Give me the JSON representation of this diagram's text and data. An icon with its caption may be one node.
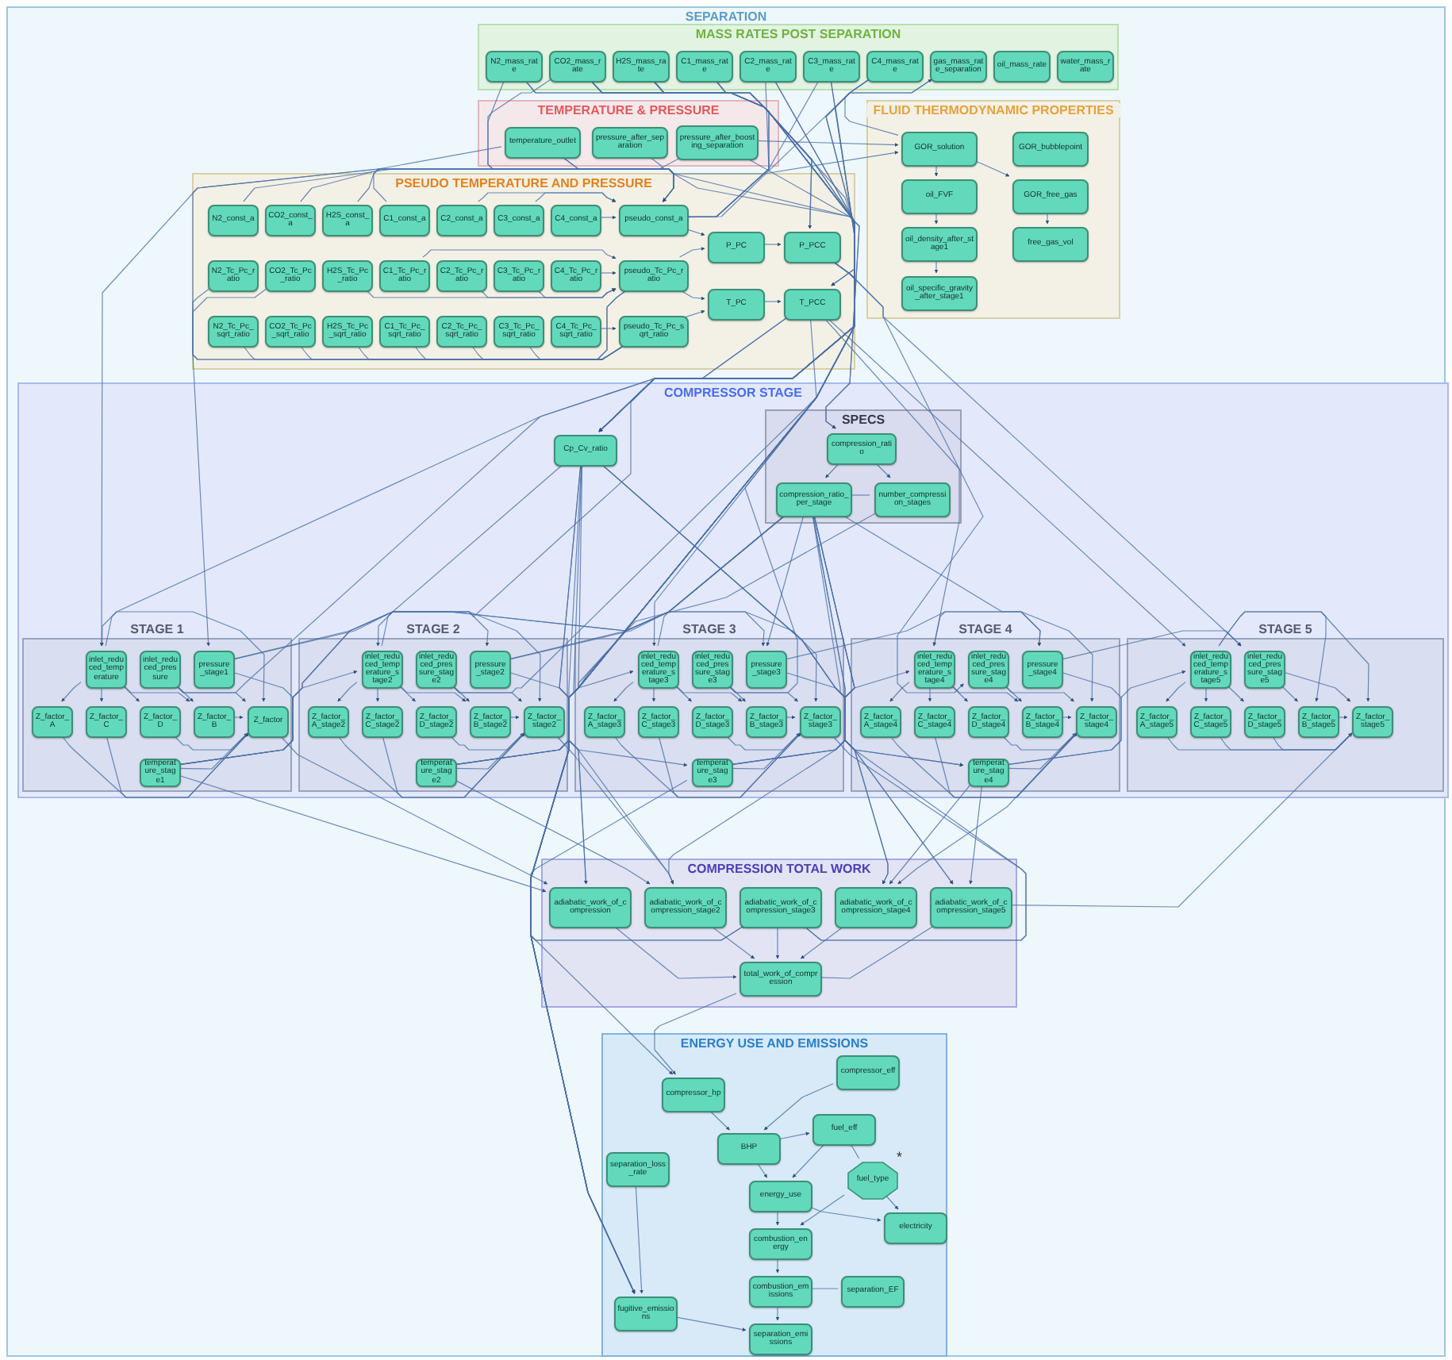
{
  "diagram": {
    "nodes": [
      {
        "text": [
          "SEPARATION"
        ]
      },
      {
        "text": [
          "MASS RATES POST SEPARATION"
        ],
        "in": 0
      },
      {
        "text": [
          "N2_mass_rate"
        ],
        "in": 1
      },
      {
        "text": [
          "CO2_mass_rate"
        ],
        "in": 1
      },
      {
        "text": [
          "H2S_mass_rate"
        ],
        "in": 1
      },
      {
        "text": [
          "C1_mass_rate"
        ],
        "in": 1
      },
      {
        "text": [
          "C2_mass_rate"
        ],
        "in": 1
      },
      {
        "text": [
          "C3_mass_rate"
        ],
        "in": 1
      },
      {
        "text": [
          "C4_mass_rate"
        ],
        "in": 1
      },
      {
        "text": [
          "gas_mass_rate_separation"
        ],
        "in": 1
      },
      {
        "text": [
          "oil_mass_rate"
        ],
        "in": 1
      },
      {
        "text": [
          "water_mass_rate"
        ],
        "in": 1
      },
      {
        "text": [
          "TEMPERATURE & PRESSURE"
        ],
        "in": 0
      },
      {
        "text": [
          "temperature_outlet"
        ],
        "in": 12
      },
      {
        "text": [
          "pressure_after_separation"
        ],
        "in": 12
      },
      {
        "text": [
          "pressure_after_boosting_separation"
        ],
        "in": 12
      },
      {
        "text": [
          "FLUID THERMODYNAMIC PROPERTIES"
        ],
        "in": 0
      },
      {
        "text": [
          "GOR_solution"
        ],
        "in": 16
      },
      {
        "text": [
          "GOR_bubblepoint"
        ],
        "in": 16
      },
      {
        "text": [
          "oil_FVF"
        ],
        "in": 16
      },
      {
        "text": [
          "GOR_free_gas"
        ],
        "in": 16
      },
      {
        "text": [
          "oil_density_after_stage1"
        ],
        "in": 16
      },
      {
        "text": [
          "free_gas_vol"
        ],
        "in": 16
      },
      {
        "text": [
          "oil_specific_gravity_after_stage1"
        ],
        "in": 16
      },
      {
        "text": [
          "PSEUDO TEMPERATURE AND PRESSURE"
        ],
        "in": 0
      },
      {
        "text": [
          "N2_const_a"
        ],
        "in": 24
      },
      {
        "text": [
          "CO2_const_a"
        ],
        "in": 24
      },
      {
        "text": [
          "H2S_const_a"
        ],
        "in": 24
      },
      {
        "text": [
          "C1_const_a"
        ],
        "in": 24
      },
      {
        "text": [
          "C2_const_a"
        ],
        "in": 24
      },
      {
        "text": [
          "C3_const_a"
        ],
        "in": 24
      },
      {
        "text": [
          "C4_const_a"
        ],
        "in": 24
      },
      {
        "text": [
          "pseudo_const_a"
        ],
        "in": 24
      },
      {
        "text": [
          "N2_Tc_Pc_ratio"
        ],
        "in": 24
      },
      {
        "text": [
          "CO2_Tc_Pc_ratio"
        ],
        "in": 24
      },
      {
        "text": [
          "H2S_Tc_Pc_ratio"
        ],
        "in": 24
      },
      {
        "text": [
          "C1_Tc_Pc_ratio"
        ],
        "in": 24
      },
      {
        "text": [
          "C2_Tc_Pc_ratio"
        ],
        "in": 24
      },
      {
        "text": [
          "C3_Tc_Pc_ratio"
        ],
        "in": 24
      },
      {
        "text": [
          "C4_Tc_Pc_ratio"
        ],
        "in": 24
      },
      {
        "text": [
          "pseudo_Tc_Pc_ratio"
        ],
        "in": 24
      },
      {
        "text": [
          "N2_Tc_Pc_sqrt_ratio"
        ],
        "in": 24
      },
      {
        "text": [
          "CO2_Tc_Pc_sqrt_ratio"
        ],
        "in": 24
      },
      {
        "text": [
          "H2S_Tc_Pc_sqrt_ratio"
        ],
        "in": 24
      },
      {
        "text": [
          "C1_Tc_Pc_sqrt_ratio"
        ],
        "in": 24
      },
      {
        "text": [
          "C2_Tc_Pc_sqrt_ratio"
        ],
        "in": 24
      },
      {
        "text": [
          "C3_Tc_Pc_sqrt_ratio"
        ],
        "in": 24
      },
      {
        "text": [
          "C4_Tc_Pc_sqrt_ratio"
        ],
        "in": 24
      },
      {
        "text": [
          "pseudo_Tc_Pc_sqrt_ratio"
        ],
        "in": 24
      },
      {
        "text": [
          "P_PC"
        ],
        "in": 24
      },
      {
        "text": [
          "P_PCC"
        ],
        "in": 24
      },
      {
        "text": [
          "T_PC"
        ],
        "in": 24
      },
      {
        "text": [
          "T_PCC"
        ],
        "in": 24
      },
      {
        "text": [
          "COMPRESSOR STAGE"
        ],
        "in": 0
      },
      {
        "text": [
          "Cp_Cv_ratio"
        ],
        "in": 53
      },
      {
        "text": [
          "SPECS"
        ],
        "in": 53
      },
      {
        "text": [
          "compression_ratio"
        ],
        "in": 55
      },
      {
        "text": [
          "compression_ratio_per_stage"
        ],
        "in": 55
      },
      {
        "text": [
          "number_compression_stages"
        ],
        "in": 55
      },
      {
        "text": [
          "STAGE 1"
        ],
        "in": 53
      },
      {
        "text": [
          "inlet_reduced_temperature"
        ],
        "in": 59
      },
      {
        "text": [
          "inlet_reduced_pressure"
        ],
        "in": 59
      },
      {
        "text": [
          "pressure_stage1"
        ],
        "in": 59
      },
      {
        "text": [
          "Z_factor_A"
        ],
        "in": 59
      },
      {
        "text": [
          "Z_factor_C"
        ],
        "in": 59
      },
      {
        "text": [
          "Z_factor_D"
        ],
        "in": 59
      },
      {
        "text": [
          "Z_factor_B"
        ],
        "in": 59
      },
      {
        "text": [
          "Z_factor"
        ],
        "in": 59
      },
      {
        "text": [
          "temperature_stage1"
        ],
        "in": 59
      },
      {
        "text": [
          "STAGE 2"
        ],
        "in": 53
      },
      {
        "text": [
          "inlet_reduced_temperature_stage2"
        ],
        "in": 69
      },
      {
        "text": [
          "inlet_reduced_pressure_stage2"
        ],
        "in": 69
      },
      {
        "text": [
          "pressure_stage2"
        ],
        "in": 69
      },
      {
        "text": [
          "Z_factor_A_stage2"
        ],
        "in": 69
      },
      {
        "text": [
          "Z_factor_C_stage2"
        ],
        "in": 69
      },
      {
        "text": [
          "Z_factor_D_stage2"
        ],
        "in": 69
      },
      {
        "text": [
          "Z_factor_B_stage2"
        ],
        "in": 69
      },
      {
        "text": [
          "Z_factor_stage2"
        ],
        "in": 69
      },
      {
        "text": [
          "temperature_stage2"
        ],
        "in": 69
      },
      {
        "text": [
          "STAGE 3"
        ],
        "in": 53
      },
      {
        "text": [
          "inlet_reduced_temperature_stage3"
        ],
        "in": 79
      },
      {
        "text": [
          "inlet_reduced_pressure_stage3"
        ],
        "in": 79
      },
      {
        "text": [
          "pressure_stage3"
        ],
        "in": 79
      },
      {
        "text": [
          "Z_factor_A_stage3"
        ],
        "in": 79
      },
      {
        "text": [
          "Z_factor_C_stage3"
        ],
        "in": 79
      },
      {
        "text": [
          "Z_factor_D_stage3"
        ],
        "in": 79
      },
      {
        "text": [
          "Z_factor_B_stage3"
        ],
        "in": 79
      },
      {
        "text": [
          "Z_factor_stage3"
        ],
        "in": 79
      },
      {
        "text": [
          "temperature_stage3"
        ],
        "in": 79
      },
      {
        "text": [
          "STAGE 4"
        ],
        "in": 53
      },
      {
        "text": [
          "inlet_reduced_temperature_stage4"
        ],
        "in": 89
      },
      {
        "text": [
          "inlet_reduced_pressure_stage4"
        ],
        "in": 89
      },
      {
        "text": [
          "pressure_stage4"
        ],
        "in": 89
      },
      {
        "text": [
          "Z_factor_A_stage4"
        ],
        "in": 89
      },
      {
        "text": [
          "Z_factor_C_stage4"
        ],
        "in": 89
      },
      {
        "text": [
          "Z_factor_D_stage4"
        ],
        "in": 89
      },
      {
        "text": [
          "Z_factor_B_stage4"
        ],
        "in": 89
      },
      {
        "text": [
          "Z_factor_stage4"
        ],
        "in": 89
      },
      {
        "text": [
          "temperature_stage4"
        ],
        "in": 89
      },
      {
        "text": [
          "STAGE 5"
        ],
        "in": 53
      },
      {
        "text": [
          "inlet_reduced_temperature_stage5"
        ],
        "in": 99
      },
      {
        "text": [
          "inlet_reduced_pressure_stage5"
        ],
        "in": 99
      },
      {
        "text": [
          "Z_factor_A_stage5"
        ],
        "in": 99
      },
      {
        "text": [
          "Z_factor_C_stage5"
        ],
        "in": 99
      },
      {
        "text": [
          "Z_factor_D_stage5"
        ],
        "in": 99
      },
      {
        "text": [
          "Z_factor_B_stage5"
        ],
        "in": 99
      },
      {
        "text": [
          "Z_factor_stage5"
        ],
        "in": 99
      },
      {
        "text": [
          "COMPRESSION TOTAL WORK"
        ],
        "in": 0
      },
      {
        "text": [
          "adiabatic_work_of_compression"
        ],
        "in": 107
      },
      {
        "text": [
          "adiabatic_work_of_compression_stage2"
        ],
        "in": 107
      },
      {
        "text": [
          "adiabatic_work_of_compression_stage3"
        ],
        "in": 107
      },
      {
        "text": [
          "adiabatic_work_of_compression_stage4"
        ],
        "in": 107
      },
      {
        "text": [
          "adiabatic_work_of_compression_stage5"
        ],
        "in": 107
      },
      {
        "text": [
          "total_work_of_compression"
        ],
        "in": 107
      },
      {
        "text": [
          "ENERGY USE AND EMISSIONS"
        ],
        "in": 0
      },
      {
        "text": [
          "compressor_eff"
        ],
        "in": 114
      },
      {
        "text": [
          "compressor_hp"
        ],
        "in": 114
      },
      {
        "text": [
          "separation_loss_rate"
        ],
        "in": 114
      },
      {
        "text": [
          "fuel_eff"
        ],
        "in": 114
      },
      {
        "text": [
          "BHP"
        ],
        "in": 114
      },
      {
        "text": [
          "fuel_type"
        ],
        "in": 114,
        "beside": [
          "*"
        ]
      },
      {
        "text": [
          "energy_use"
        ],
        "in": 114
      },
      {
        "text": [
          "electricity"
        ],
        "in": 114
      },
      {
        "text": [
          "combustion_energy"
        ],
        "in": 114
      },
      {
        "text": [
          "combustion_emissions"
        ],
        "in": 114
      },
      {
        "text": [
          "separation_EF"
        ],
        "in": 114
      },
      {
        "text": [
          "fugitive_emissions"
        ],
        "in": 114
      },
      {
        "text": [
          "separation_emissions"
        ],
        "in": 114
      }
    ],
    "edges": [
      {
        "from": 2,
        "to": 32,
        "arrow": "to"
      },
      {
        "from": 3,
        "to": 32,
        "arrow": "to"
      },
      {
        "from": 4,
        "to": 32,
        "arrow": "to"
      },
      {
        "from": 5,
        "to": 32,
        "arrow": "to"
      },
      {
        "from": 6,
        "to": 32,
        "arrow": "to"
      },
      {
        "from": 7,
        "to": 32,
        "arrow": "to"
      },
      {
        "from": 8,
        "to": 32,
        "arrow": "to"
      },
      {
        "from": 2,
        "to": 54,
        "arrow": "to"
      },
      {
        "from": 3,
        "to": 54,
        "arrow": "to"
      },
      {
        "from": 4,
        "to": 54,
        "arrow": "to"
      },
      {
        "from": 5,
        "to": 54,
        "arrow": "to"
      },
      {
        "from": 6,
        "to": 54,
        "arrow": "to"
      },
      {
        "from": 7,
        "to": 54,
        "arrow": "to"
      },
      {
        "from": 8,
        "to": 54,
        "arrow": "to"
      },
      {
        "from": 2,
        "to": 126,
        "arrow": "to"
      },
      {
        "from": 3,
        "to": 126,
        "arrow": "to"
      },
      {
        "from": 4,
        "to": 126,
        "arrow": "to"
      },
      {
        "from": 5,
        "to": 126,
        "arrow": "to"
      },
      {
        "from": 6,
        "to": 126,
        "arrow": "to"
      },
      {
        "from": 7,
        "to": 126,
        "arrow": "to"
      },
      {
        "from": 8,
        "to": 126,
        "arrow": "to"
      },
      {
        "from": 9,
        "to": 126,
        "arrow": "to"
      },
      {
        "from": 25,
        "to": 32,
        "arrow": "to"
      },
      {
        "from": 26,
        "to": 32,
        "arrow": "to"
      },
      {
        "from": 27,
        "to": 32,
        "arrow": "to"
      },
      {
        "from": 28,
        "to": 32,
        "arrow": "to"
      },
      {
        "from": 29,
        "to": 32,
        "arrow": "to"
      },
      {
        "from": 30,
        "to": 32,
        "arrow": "to"
      },
      {
        "from": 31,
        "to": 32,
        "arrow": "to"
      },
      {
        "from": 33,
        "to": 40,
        "arrow": "to"
      },
      {
        "from": 34,
        "to": 40,
        "arrow": "to"
      },
      {
        "from": 35,
        "to": 40,
        "arrow": "to"
      },
      {
        "from": 36,
        "to": 40,
        "arrow": "to"
      },
      {
        "from": 37,
        "to": 40,
        "arrow": "to"
      },
      {
        "from": 38,
        "to": 40,
        "arrow": "to"
      },
      {
        "from": 39,
        "to": 40,
        "arrow": "to"
      },
      {
        "from": 41,
        "to": 48,
        "arrow": "to"
      },
      {
        "from": 42,
        "to": 48,
        "arrow": "to"
      },
      {
        "from": 43,
        "to": 48,
        "arrow": "to"
      },
      {
        "from": 44,
        "to": 48,
        "arrow": "to"
      },
      {
        "from": 45,
        "to": 48,
        "arrow": "to"
      },
      {
        "from": 46,
        "to": 48,
        "arrow": "to"
      },
      {
        "from": 47,
        "to": 48,
        "arrow": "to"
      },
      {
        "from": 32,
        "to": 49,
        "arrow": "to"
      },
      {
        "from": 40,
        "to": 49,
        "arrow": "to"
      },
      {
        "from": 40,
        "to": 51,
        "arrow": "to"
      },
      {
        "from": 48,
        "to": 51,
        "arrow": "to"
      },
      {
        "from": 49,
        "to": 50,
        "arrow": "to"
      },
      {
        "from": 51,
        "to": 52,
        "arrow": "to"
      },
      {
        "from": 3,
        "to": 50,
        "arrow": "to"
      },
      {
        "from": 4,
        "to": 50,
        "arrow": "to"
      },
      {
        "from": 3,
        "to": 52,
        "arrow": "to"
      },
      {
        "from": 4,
        "to": 52,
        "arrow": "to"
      },
      {
        "from": 13,
        "to": 54,
        "arrow": "to"
      },
      {
        "from": 13,
        "to": 60,
        "arrow": "to"
      },
      {
        "from": 13,
        "to": 17,
        "arrow": "to"
      },
      {
        "from": 14,
        "to": 56,
        "arrow": "to"
      },
      {
        "from": 15,
        "to": 56,
        "arrow": "to"
      },
      {
        "from": 15,
        "to": 17,
        "arrow": "to"
      },
      {
        "from": 15,
        "to": 62,
        "arrow": "to"
      },
      {
        "from": 17,
        "to": 19,
        "arrow": "to"
      },
      {
        "from": 17,
        "to": 20,
        "arrow": "to"
      },
      {
        "from": 19,
        "to": 21,
        "arrow": "to"
      },
      {
        "from": 21,
        "to": 23,
        "arrow": "to"
      },
      {
        "from": 20,
        "to": 22,
        "arrow": "to"
      },
      {
        "from": 17,
        "to": 9,
        "arrow": "to"
      },
      {
        "from": 56,
        "to": 57,
        "arrow": "to"
      },
      {
        "from": 58,
        "to": 57,
        "arrow": "to"
      },
      {
        "from": 56,
        "to": 58,
        "arrow": "to"
      },
      {
        "from": 60,
        "to": 63,
        "arrow": "to"
      },
      {
        "from": 60,
        "to": 64,
        "arrow": "to"
      },
      {
        "from": 60,
        "to": 65,
        "arrow": "to"
      },
      {
        "from": 60,
        "to": 66,
        "arrow": "to"
      },
      {
        "from": 60,
        "to": 67,
        "arrow": "to"
      },
      {
        "from": 61,
        "to": 66,
        "arrow": "to"
      },
      {
        "from": 61,
        "to": 67,
        "arrow": "to"
      },
      {
        "from": 63,
        "to": 67,
        "arrow": "to"
      },
      {
        "from": 64,
        "to": 67,
        "arrow": "to"
      },
      {
        "from": 65,
        "to": 67,
        "arrow": "to"
      },
      {
        "from": 66,
        "to": 67,
        "arrow": "to"
      },
      {
        "from": 67,
        "to": 68,
        "arrow": "to"
      },
      {
        "from": 62,
        "to": 68,
        "arrow": "to"
      },
      {
        "from": 52,
        "to": 60,
        "arrow": "to"
      },
      {
        "from": 50,
        "to": 61,
        "arrow": "to"
      },
      {
        "from": 57,
        "to": 62,
        "arrow": "to"
      },
      {
        "from": 54,
        "to": 68,
        "arrow": "to"
      },
      {
        "from": 57,
        "to": 68,
        "arrow": "to"
      },
      {
        "from": 67,
        "to": 108,
        "arrow": "to"
      },
      {
        "from": 68,
        "to": 108,
        "arrow": "to"
      },
      {
        "from": 54,
        "to": 108,
        "arrow": "to"
      },
      {
        "from": 57,
        "to": 108,
        "arrow": "to"
      },
      {
        "from": 70,
        "to": 73,
        "arrow": "to"
      },
      {
        "from": 70,
        "to": 74,
        "arrow": "to"
      },
      {
        "from": 70,
        "to": 75,
        "arrow": "to"
      },
      {
        "from": 70,
        "to": 76,
        "arrow": "to"
      },
      {
        "from": 70,
        "to": 77,
        "arrow": "to"
      },
      {
        "from": 71,
        "to": 76,
        "arrow": "to"
      },
      {
        "from": 71,
        "to": 77,
        "arrow": "to"
      },
      {
        "from": 73,
        "to": 77,
        "arrow": "to"
      },
      {
        "from": 74,
        "to": 77,
        "arrow": "to"
      },
      {
        "from": 75,
        "to": 77,
        "arrow": "to"
      },
      {
        "from": 76,
        "to": 77,
        "arrow": "to"
      },
      {
        "from": 77,
        "to": 78,
        "arrow": "to"
      },
      {
        "from": 72,
        "to": 78,
        "arrow": "to"
      },
      {
        "from": 52,
        "to": 70,
        "arrow": "to"
      },
      {
        "from": 50,
        "to": 71,
        "arrow": "to"
      },
      {
        "from": 57,
        "to": 72,
        "arrow": "to"
      },
      {
        "from": 54,
        "to": 78,
        "arrow": "to"
      },
      {
        "from": 57,
        "to": 78,
        "arrow": "to"
      },
      {
        "from": 68,
        "to": 70,
        "arrow": "to"
      },
      {
        "from": 62,
        "to": 72,
        "arrow": "to"
      },
      {
        "from": 77,
        "to": 109,
        "arrow": "to"
      },
      {
        "from": 78,
        "to": 109,
        "arrow": "to"
      },
      {
        "from": 54,
        "to": 109,
        "arrow": "to"
      },
      {
        "from": 57,
        "to": 109,
        "arrow": "to"
      },
      {
        "from": 80,
        "to": 83,
        "arrow": "to"
      },
      {
        "from": 80,
        "to": 84,
        "arrow": "to"
      },
      {
        "from": 80,
        "to": 85,
        "arrow": "to"
      },
      {
        "from": 80,
        "to": 86,
        "arrow": "to"
      },
      {
        "from": 80,
        "to": 87,
        "arrow": "to"
      },
      {
        "from": 81,
        "to": 86,
        "arrow": "to"
      },
      {
        "from": 81,
        "to": 87,
        "arrow": "to"
      },
      {
        "from": 83,
        "to": 87,
        "arrow": "to"
      },
      {
        "from": 84,
        "to": 87,
        "arrow": "to"
      },
      {
        "from": 85,
        "to": 87,
        "arrow": "to"
      },
      {
        "from": 86,
        "to": 87,
        "arrow": "to"
      },
      {
        "from": 87,
        "to": 88,
        "arrow": "to"
      },
      {
        "from": 82,
        "to": 88,
        "arrow": "to"
      },
      {
        "from": 52,
        "to": 80,
        "arrow": "to"
      },
      {
        "from": 50,
        "to": 81,
        "arrow": "to"
      },
      {
        "from": 57,
        "to": 82,
        "arrow": "to"
      },
      {
        "from": 54,
        "to": 88,
        "arrow": "to"
      },
      {
        "from": 57,
        "to": 88,
        "arrow": "to"
      },
      {
        "from": 78,
        "to": 80,
        "arrow": "to"
      },
      {
        "from": 72,
        "to": 82,
        "arrow": "to"
      },
      {
        "from": 87,
        "to": 110,
        "arrow": "to"
      },
      {
        "from": 88,
        "to": 110,
        "arrow": "to"
      },
      {
        "from": 54,
        "to": 110,
        "arrow": "to"
      },
      {
        "from": 57,
        "to": 110,
        "arrow": "to"
      },
      {
        "from": 90,
        "to": 93,
        "arrow": "to"
      },
      {
        "from": 90,
        "to": 94,
        "arrow": "to"
      },
      {
        "from": 90,
        "to": 95,
        "arrow": "to"
      },
      {
        "from": 90,
        "to": 96,
        "arrow": "to"
      },
      {
        "from": 90,
        "to": 97,
        "arrow": "to"
      },
      {
        "from": 91,
        "to": 96,
        "arrow": "to"
      },
      {
        "from": 91,
        "to": 97,
        "arrow": "to"
      },
      {
        "from": 93,
        "to": 97,
        "arrow": "to"
      },
      {
        "from": 94,
        "to": 97,
        "arrow": "to"
      },
      {
        "from": 95,
        "to": 97,
        "arrow": "to"
      },
      {
        "from": 96,
        "to": 97,
        "arrow": "to"
      },
      {
        "from": 97,
        "to": 98,
        "arrow": "to"
      },
      {
        "from": 92,
        "to": 98,
        "arrow": "to"
      },
      {
        "from": 52,
        "to": 90,
        "arrow": "to"
      },
      {
        "from": 50,
        "to": 91,
        "arrow": "to"
      },
      {
        "from": 57,
        "to": 92,
        "arrow": "to"
      },
      {
        "from": 54,
        "to": 98,
        "arrow": "to"
      },
      {
        "from": 57,
        "to": 98,
        "arrow": "to"
      },
      {
        "from": 88,
        "to": 90,
        "arrow": "to"
      },
      {
        "from": 82,
        "to": 92,
        "arrow": "to"
      },
      {
        "from": 97,
        "to": 111,
        "arrow": "to"
      },
      {
        "from": 98,
        "to": 111,
        "arrow": "to"
      },
      {
        "from": 54,
        "to": 111,
        "arrow": "to"
      },
      {
        "from": 57,
        "to": 111,
        "arrow": "to"
      },
      {
        "from": 100,
        "to": 102,
        "arrow": "to"
      },
      {
        "from": 100,
        "to": 103,
        "arrow": "to"
      },
      {
        "from": 100,
        "to": 104,
        "arrow": "to"
      },
      {
        "from": 100,
        "to": 105,
        "arrow": "to"
      },
      {
        "from": 100,
        "to": 106,
        "arrow": "to"
      },
      {
        "from": 101,
        "to": 105,
        "arrow": "to"
      },
      {
        "from": 101,
        "to": 106,
        "arrow": "to"
      },
      {
        "from": 102,
        "to": 106,
        "arrow": "to"
      },
      {
        "from": 103,
        "to": 106,
        "arrow": "to"
      },
      {
        "from": 104,
        "to": 106,
        "arrow": "to"
      },
      {
        "from": 105,
        "to": 106,
        "arrow": "to"
      },
      {
        "from": 52,
        "to": 100,
        "arrow": "to"
      },
      {
        "from": 50,
        "to": 101,
        "arrow": "to"
      },
      {
        "from": 98,
        "to": 100,
        "arrow": "to"
      },
      {
        "from": 92,
        "to": 101,
        "arrow": "to"
      },
      {
        "from": 106,
        "to": 112,
        "arrow": "to"
      },
      {
        "from": 98,
        "to": 112,
        "arrow": "to"
      },
      {
        "from": 54,
        "to": 112,
        "arrow": "to"
      },
      {
        "from": 57,
        "to": 112,
        "arrow": "to"
      },
      {
        "from": 108,
        "to": 113,
        "arrow": "to"
      },
      {
        "from": 109,
        "to": 113,
        "arrow": "to"
      },
      {
        "from": 110,
        "to": 113,
        "arrow": "to"
      },
      {
        "from": 111,
        "to": 113,
        "arrow": "to"
      },
      {
        "from": 112,
        "to": 113,
        "arrow": "to"
      },
      {
        "from": 113,
        "to": 116,
        "arrow": "to"
      },
      {
        "from": 58,
        "to": 116,
        "arrow": "to"
      },
      {
        "from": 116,
        "to": 119,
        "arrow": "to"
      },
      {
        "from": 115,
        "to": 119,
        "arrow": "to"
      },
      {
        "from": 119,
        "to": 118,
        "arrow": "to"
      },
      {
        "from": 119,
        "to": 121,
        "arrow": "to"
      },
      {
        "from": 118,
        "to": 121,
        "arrow": "to"
      },
      {
        "from": 120,
        "to": 118,
        "arrow": "to"
      },
      {
        "from": 120,
        "to": 122,
        "arrow": "to"
      },
      {
        "from": 121,
        "to": 122,
        "arrow": "to"
      },
      {
        "from": 120,
        "to": 123,
        "arrow": "to"
      },
      {
        "from": 121,
        "to": 123,
        "arrow": "to"
      },
      {
        "from": 123,
        "to": 124,
        "arrow": "to"
      },
      {
        "from": 125,
        "to": 124,
        "arrow": "none"
      },
      {
        "from": 124,
        "to": 127,
        "arrow": "to"
      },
      {
        "from": 126,
        "to": 127,
        "arrow": "to"
      },
      {
        "from": 117,
        "to": 126,
        "arrow": "to"
      }
    ]
  }
}
